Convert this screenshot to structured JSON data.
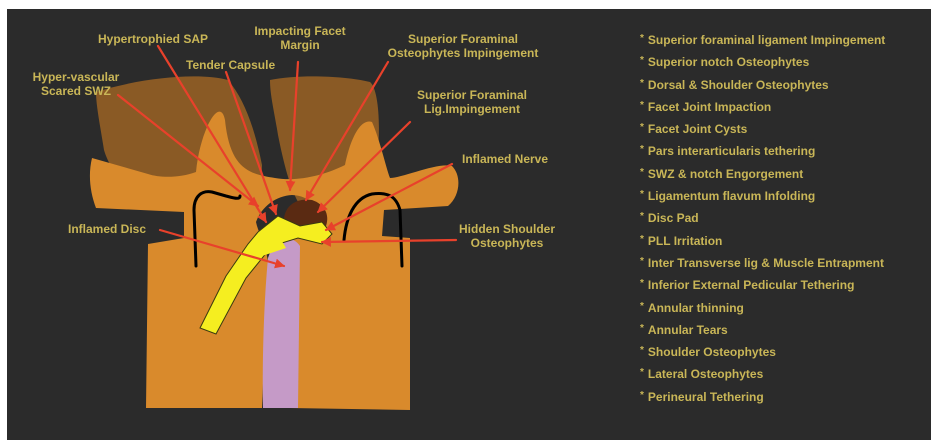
{
  "labels": {
    "hyper_vascular": "Hyper-vascular\nScared SWZ",
    "hypertrophied_sap": "Hypertrophied SAP",
    "tender_capsule": "Tender Capsule",
    "impacting_facet": "Impacting Facet\nMargin",
    "sup_foraminal_osteo": "Superior Foraminal\nOsteophytes Impingement",
    "sup_foraminal_lig": "Superior Foraminal\nLig.Impingement",
    "inflamed_nerve": "Inflamed Nerve",
    "hidden_shoulder": "Hidden Shoulder\nOsteophytes",
    "inflamed_disc": "Inflamed Disc"
  },
  "findings_marker": "*",
  "findings": [
    "Superior foraminal ligament Impingement",
    "Superior notch Osteophytes",
    "Dorsal & Shoulder Osteophytes",
    "Facet Joint Impaction",
    "Facet Joint Cysts",
    "Pars interarticularis tethering",
    "SWZ & notch Engorgement",
    "Ligamentum flavum Infolding",
    "Disc Pad",
    "PLL Irritation",
    "Inter Transverse lig & Muscle Entrapment",
    "Inferior External Pedicular Tethering",
    "Annular thinning",
    "Annular Tears",
    "Shoulder Osteophytes",
    "Lateral Osteophytes",
    "Perineural Tethering"
  ],
  "colors": {
    "background": "#2b2b2b",
    "label_text": "#c9b657",
    "arrow": "#e8412b",
    "vertebra": "#d98a2c",
    "facet": "#8a5a25",
    "nerve": "#f5ee20",
    "disc": "#c59ac7",
    "capsule": "#5a2a12"
  }
}
